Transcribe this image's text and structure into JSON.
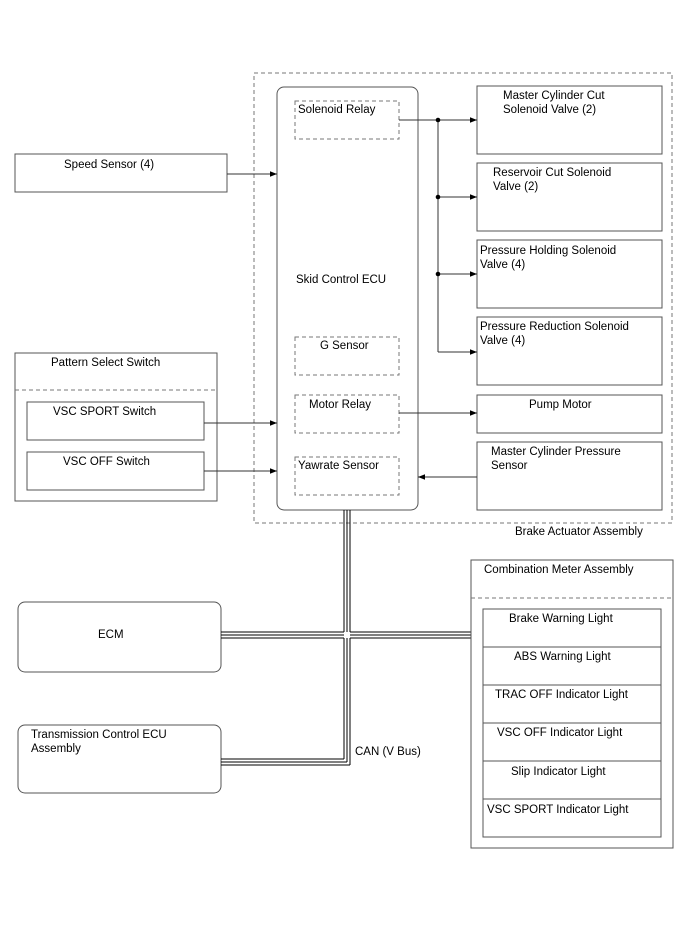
{
  "brake_actuator": {
    "label": "Brake Actuator Assembly",
    "ecu": {
      "label": "Skid Control ECU",
      "solenoid_relay": "Solenoid Relay",
      "g_sensor": "G Sensor",
      "motor_relay": "Motor Relay",
      "yawrate_sensor": "Yawrate Sensor"
    },
    "valves": [
      [
        "Master Cylinder Cut",
        "Solenoid Valve (2)"
      ],
      [
        "Reservoir Cut Solenoid",
        "Valve (2)"
      ],
      [
        "Pressure Holding Solenoid",
        "Valve (4)"
      ],
      [
        "Pressure Reduction Solenoid",
        "Valve (4)"
      ]
    ],
    "pump_motor": "Pump Motor",
    "mc_pressure_sensor": [
      "Master Cylinder Pressure",
      "Sensor"
    ]
  },
  "speed_sensor": "Speed Sensor (4)",
  "pattern_select": {
    "title": "Pattern Select Switch",
    "sport_switch": "VSC SPORT Switch",
    "off_switch": "VSC OFF Switch"
  },
  "ecm": "ECM",
  "transmission_ecu": [
    "Transmission Control ECU",
    "Assembly"
  ],
  "can_label": "CAN (V Bus)",
  "combination_meter": {
    "title": "Combination Meter Assembly",
    "lights": [
      "Brake Warning Light",
      "ABS Warning Light",
      "TRAC OFF Indicator Light",
      "VSC OFF Indicator Light",
      "Slip Indicator Light",
      "VSC SPORT Indicator Light"
    ]
  }
}
